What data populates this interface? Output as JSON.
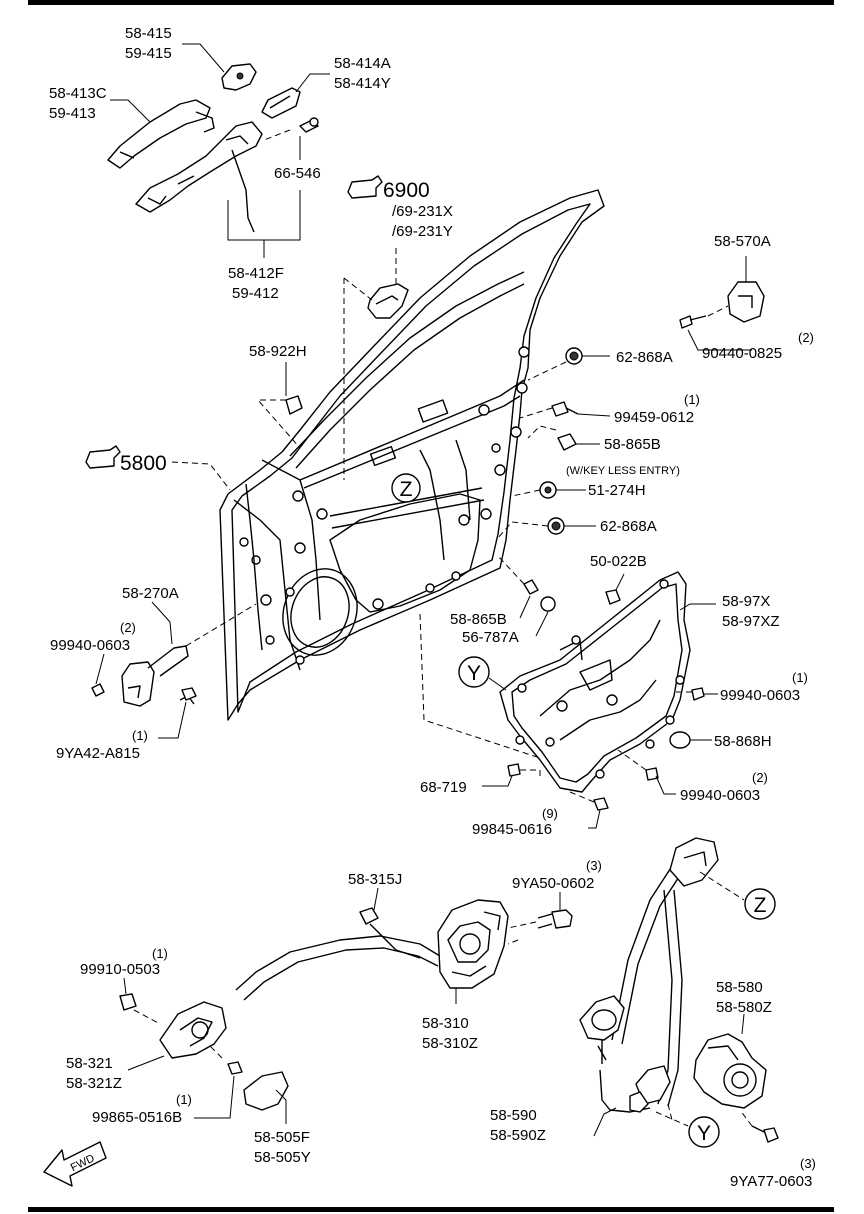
{
  "labels": {
    "p1": [
      "58-415",
      "59-415"
    ],
    "p2": [
      "58-414A",
      "58-414Y"
    ],
    "p3": [
      "58-413C",
      "59-413"
    ],
    "p4": "66-546",
    "p5": [
      "58-412F",
      "59-412"
    ],
    "p6_ref": "6900",
    "p6": [
      "/69-231X",
      "/69-231Y"
    ],
    "p7": "58-570A",
    "p8_qty": "(2)",
    "p8": "90440-0825",
    "p9": "58-922H",
    "p10": "62-868A",
    "p11_qty": "(1)",
    "p11": "99459-0612",
    "p12": "58-865B",
    "p13_note": "(W/KEY LESS ENTRY)",
    "p13": "51-274H",
    "ref_5800": "5800",
    "p14": "62-868A",
    "callout_z": "Z",
    "p15": "50-022B",
    "p16": [
      "58-97X",
      "58-97XZ"
    ],
    "p17": "58-270A",
    "p18_qty": "(2)",
    "p18": "99940-0603",
    "p19": "58-865B",
    "p20": "56-787A",
    "callout_y": "Y",
    "p21_qty": "(1)",
    "p21": "99940-0603",
    "p22_qty": "(1)",
    "p22": "9YA42-A815",
    "p23": "58-868H",
    "p24": "68-719",
    "p25_qty": "(2)",
    "p25": "99940-0603",
    "p26_qty": "(9)",
    "p26": "99845-0616",
    "p27": "58-315J",
    "p28_qty": "(3)",
    "p28": "9YA50-0602",
    "p29_qty": "(1)",
    "p29": "99910-0503",
    "p30": [
      "58-310",
      "58-310Z"
    ],
    "p31": [
      "58-580",
      "58-580Z"
    ],
    "p32": [
      "58-321",
      "58-321Z"
    ],
    "p33_qty": "(1)",
    "p33": "99865-0516B",
    "p34": [
      "58-505F",
      "58-505Y"
    ],
    "p35": [
      "58-590",
      "58-590Z"
    ],
    "callout_z2": "Z",
    "callout_y2": "Y",
    "p36_qty": "(3)",
    "p36": "9YA77-0603",
    "fwd": "FWD"
  }
}
